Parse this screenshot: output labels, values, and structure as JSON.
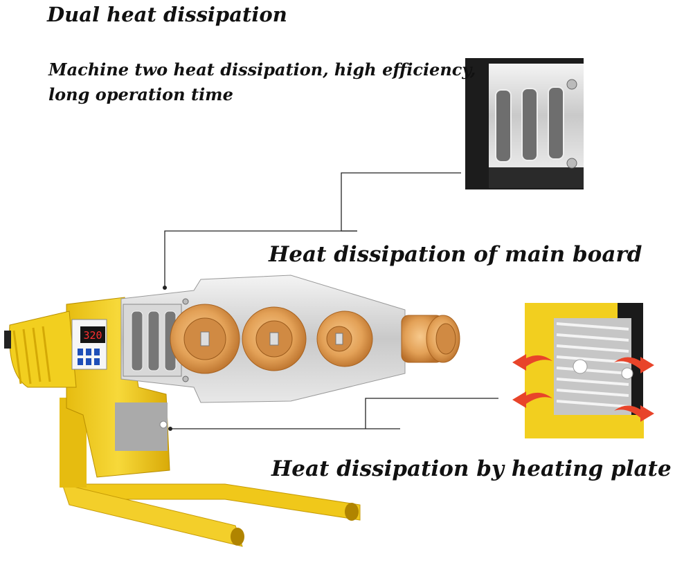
{
  "header": {
    "title": "Dual heat dissipation",
    "subtitle_line1": "Machine two heat dissipation, high efficiency,",
    "subtitle_line2": "long operation time"
  },
  "callouts": {
    "main_board_label": "Heat dissipation of main board",
    "heating_plate_label": "Heat dissipation by heating plate"
  },
  "display": {
    "readout": "320"
  },
  "colors": {
    "machine_yellow": "#f2cf1f",
    "copper": "#e1a15a",
    "arrow_red": "#e8442a"
  }
}
